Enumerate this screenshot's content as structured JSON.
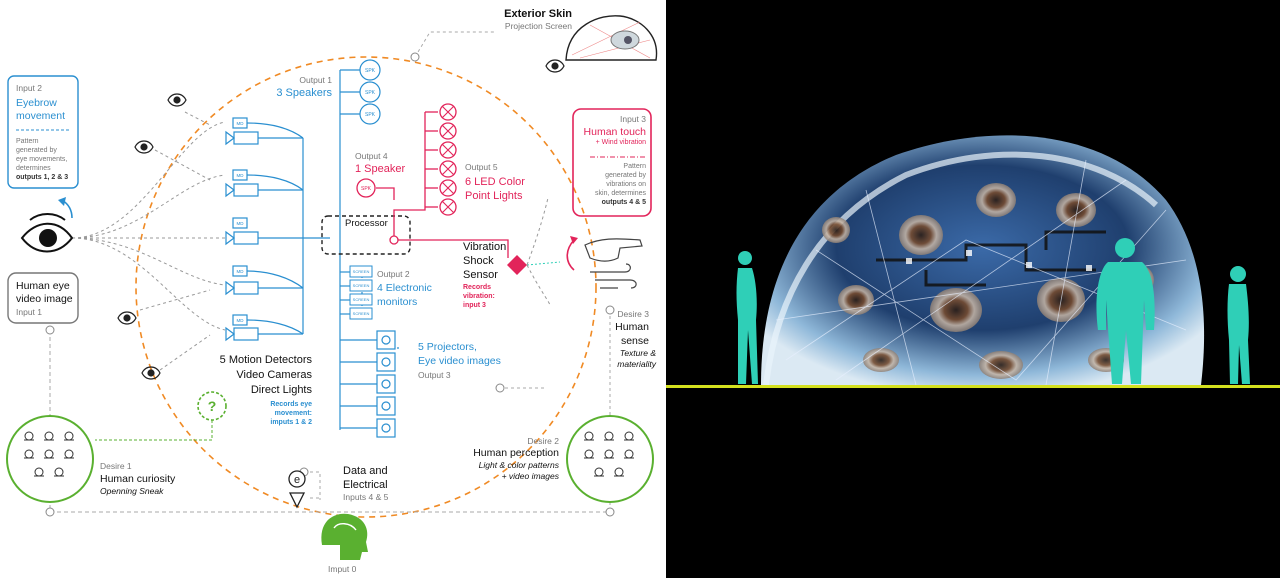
{
  "labels": {
    "exterior_skin_title": "Exterior Skin",
    "exterior_skin_sub": "Projection Screen",
    "input2_tag": "Input 2",
    "input2_title_l1": "Eyebrow",
    "input2_title_l2": "movement",
    "input2_desc_l1": "Pattern",
    "input2_desc_l2": "generated by",
    "input2_desc_l3": "eye movements,",
    "input2_desc_l4": "determines",
    "input2_desc_l5": "outputs 1, 2 & 3",
    "output1_tag": "Output 1",
    "output1_title": "3 Speakers",
    "speaker_code": "SPK",
    "md_code": "MD",
    "screen_code": "SCREEN",
    "output4_tag": "Output 4",
    "output4_title": "1 Speaker",
    "output5_tag": "Output 5",
    "output5_title_l1": "6 LED Color",
    "output5_title_l2": "Point Lights",
    "input3_tag": "Input 3",
    "input3_title": "Human touch",
    "input3_sub": "+ Wind vibration",
    "input3_desc_l1": "Pattern",
    "input3_desc_l2": "generated by",
    "input3_desc_l3": "vibrations on",
    "input3_desc_l4": "skin, determines",
    "input3_desc_l5": "outputs 4 & 5",
    "processor": "Processor",
    "vibration_l1": "Vibration",
    "vibration_l2": "Shock",
    "vibration_l3": "Sensor",
    "records_vib_l1": "Records",
    "records_vib_l2": "vibration:",
    "records_vib_l3": "input 3",
    "human_eye_l1": "Human eye",
    "human_eye_l2": "video image",
    "human_eye_tag": "Input 1",
    "output2_tag": "Output 2",
    "output2_title_l1": "4 Electronic",
    "output2_title_l2": "monitors",
    "desire3_tag": "Desire 3",
    "desire3_l1": "Human",
    "desire3_l2": "sense",
    "desire3_l3": "Texture &",
    "desire3_l4": "materiality",
    "md_title_l1": "5 Motion Detectors",
    "md_title_l2": "Video Cameras",
    "md_title_l3": "Direct Lights",
    "records_eye_l1": "Records eye",
    "records_eye_l2": "movement:",
    "records_eye_l3": "imputs 1 & 2",
    "proj_title_l1": "5 Projectors,",
    "proj_title_l2": "Eye video images",
    "output3_tag": "Output 3",
    "question_mark": "?",
    "desire1_tag": "Desire 1",
    "desire1_title": "Human curiosity",
    "desire1_sub": "Openning Sneak",
    "data_l1": "Data and",
    "data_l2": "Electrical",
    "data_tag": "Inputs 4 & 5",
    "data_symbol": "e",
    "desire2_tag": "Desire 2",
    "desire2_title": "Human perception",
    "desire2_sub_l1": "Light & color patterns",
    "desire2_sub_l2": "+ video images",
    "input0": "Imput 0"
  },
  "colors": {
    "blue": "#2a8fd0",
    "red": "#e2245a",
    "orange": "#f08a24",
    "green": "#5ab030",
    "gray": "#999999",
    "figure": "#2fcfb7",
    "ground": "#d4e01e"
  }
}
